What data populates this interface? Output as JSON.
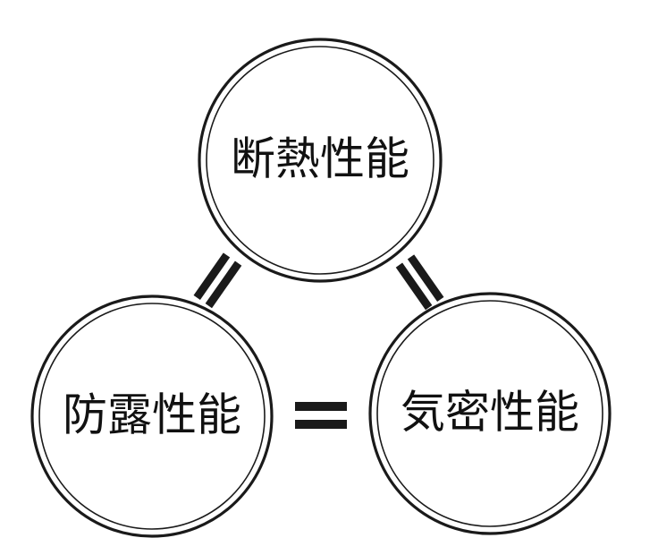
{
  "nodes": {
    "top": {
      "label": "断熱性能"
    },
    "left": {
      "label": "防露性能"
    },
    "right": {
      "label": "気密性能"
    }
  },
  "colors": {
    "stroke": "#1a1a1a",
    "text": "#111111",
    "background": "#ffffff"
  }
}
